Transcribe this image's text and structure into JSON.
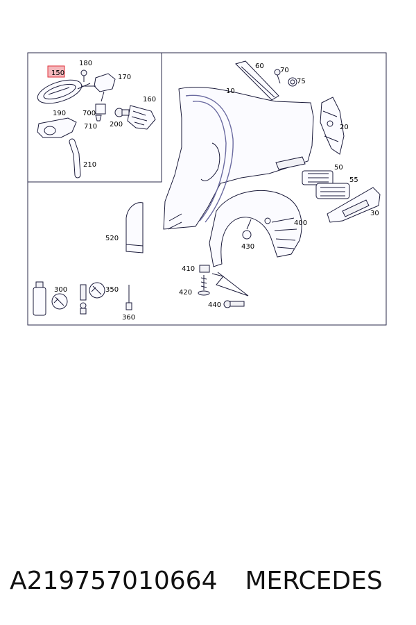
{
  "callouts": {
    "c10": "10",
    "c20": "20",
    "c30": "30",
    "c50": "50",
    "c55": "55",
    "c60": "60",
    "c70": "70",
    "c75": "75",
    "c150": "150",
    "c160": "160",
    "c170": "170",
    "c180": "180",
    "c190": "190",
    "c200": "200",
    "c210": "210",
    "c300": "300",
    "c350": "350",
    "c360": "360",
    "c400": "400",
    "c410": "410",
    "c420": "420",
    "c430": "430",
    "c440": "440",
    "c520": "520",
    "c700": "700",
    "c710": "710"
  },
  "footer": {
    "part_number": "A219757010664",
    "brand": "MERCEDES"
  },
  "colors": {
    "highlight_box": "#e0303a",
    "highlight_fill": "#f4b8bc",
    "frame": "#2a2a4a"
  }
}
